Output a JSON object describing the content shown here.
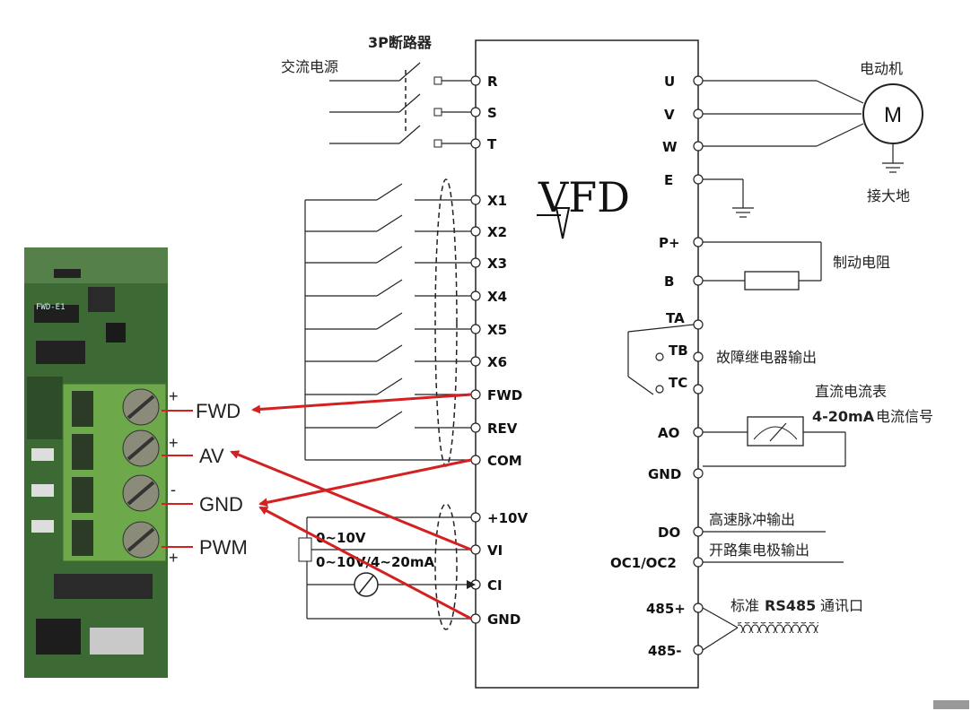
{
  "vfd": {
    "title": "VFD"
  },
  "left_terminals": [
    "R",
    "S",
    "T",
    "X1",
    "X2",
    "X3",
    "X4",
    "X5",
    "X6",
    "FWD",
    "REV",
    "COM",
    "+10V",
    "VI",
    "CI",
    "GND"
  ],
  "right_terminals": [
    "U",
    "V",
    "W",
    "E",
    "P+",
    "B",
    "TA",
    "TB",
    "TC",
    "AO",
    "GND",
    "DO",
    "OC1/OC2",
    "485+",
    "485-"
  ],
  "labels": {
    "breaker": "3P断路器",
    "ac_power": "交流电源",
    "motor": "电动机",
    "motor_symbol": "M",
    "ground": "接大地",
    "brake_resistor": "制动电阻",
    "fault_relay": "故障继电器输出",
    "dc_ammeter": "直流电流表",
    "current_signal_bold": "4-20mA",
    "current_signal_suffix": "电流信号",
    "pulse_output": "高速脉冲输出",
    "open_collector": "开路集电极输出",
    "rs485_prefix": "标准",
    "rs485_bold": "RS485",
    "rs485_suffix": "通讯口",
    "vi_range": "0~10V",
    "ci_range": "0~10V/4~20mA"
  },
  "board": {
    "pins": [
      "FWD",
      "AV",
      "GND",
      "PWM"
    ],
    "signs": [
      "+",
      "+",
      "-",
      "+"
    ],
    "silk": "FWD-E1"
  },
  "colors": {
    "arrow": "#d42020",
    "board_green": "#3f6b35",
    "terminal_block": "#6da84a"
  }
}
